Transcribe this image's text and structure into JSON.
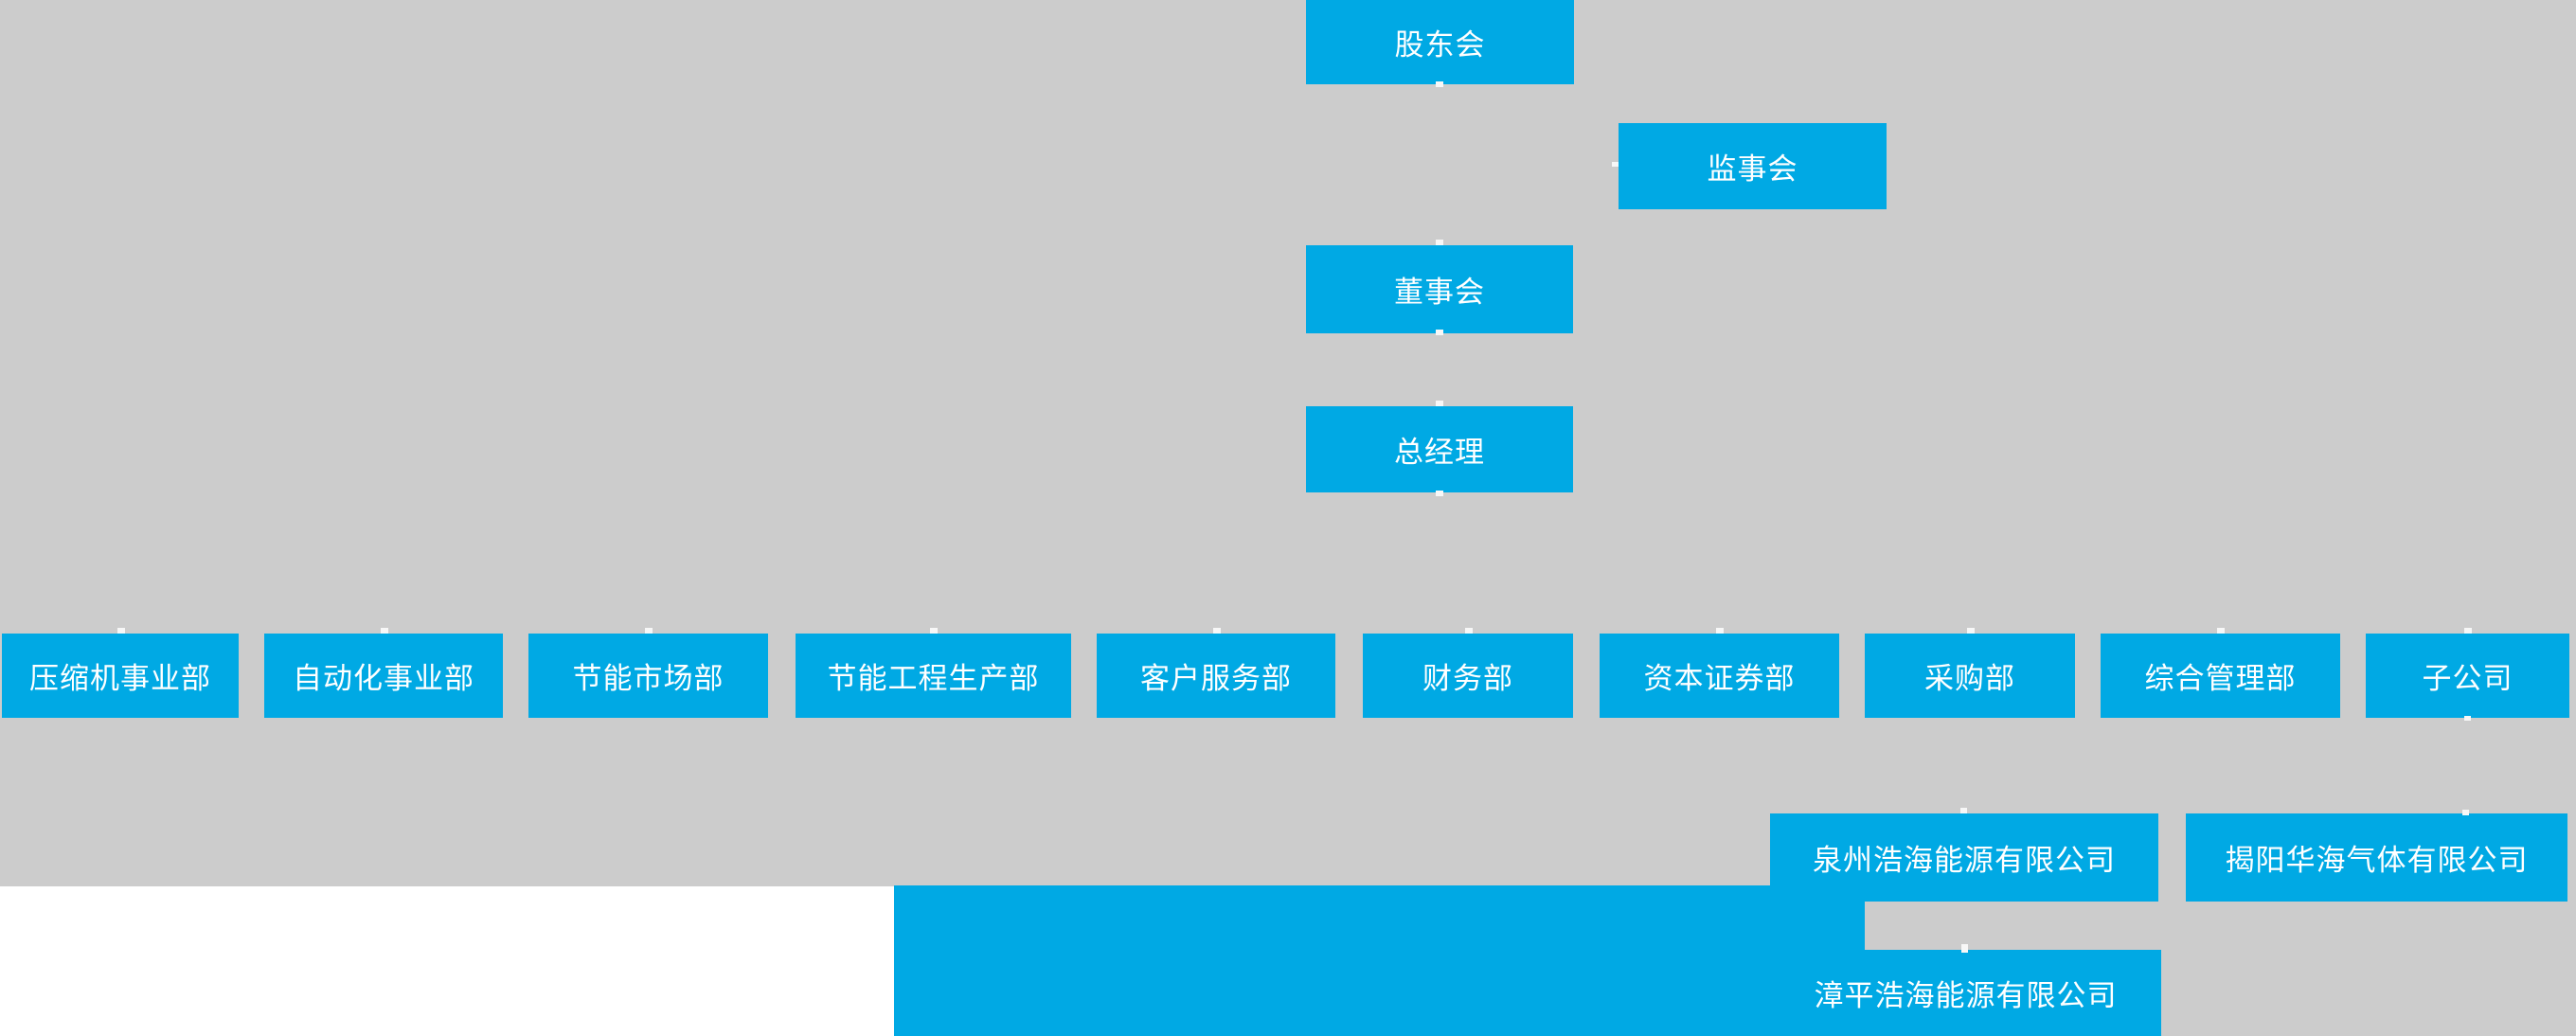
{
  "palette": {
    "node_blue": "#00a9e4",
    "background_gray": "#cccccc",
    "background_white": "#ffffff",
    "node_text": "#ffffff",
    "connector_stub": "#f7f7f7"
  },
  "org_chart": {
    "top_nodes": {
      "shareholders": {
        "label": "股东会"
      },
      "supervisors": {
        "label": "监事会"
      },
      "board": {
        "label": "董事会"
      },
      "general_manager": {
        "label": "总经理"
      }
    },
    "departments": [
      {
        "label": "压缩机事业部"
      },
      {
        "label": "自动化事业部"
      },
      {
        "label": "节能市场部"
      },
      {
        "label": "节能工程生产部"
      },
      {
        "label": "客户服务部"
      },
      {
        "label": "财务部"
      },
      {
        "label": "资本证券部"
      },
      {
        "label": "采购部"
      },
      {
        "label": "综合管理部"
      },
      {
        "label": "子公司"
      }
    ],
    "subsidiaries": [
      {
        "label": "泉州浩海能源有限公司"
      },
      {
        "label": "揭阳华海气体有限公司"
      },
      {
        "label": "漳平浩海能源有限公司"
      }
    ]
  }
}
